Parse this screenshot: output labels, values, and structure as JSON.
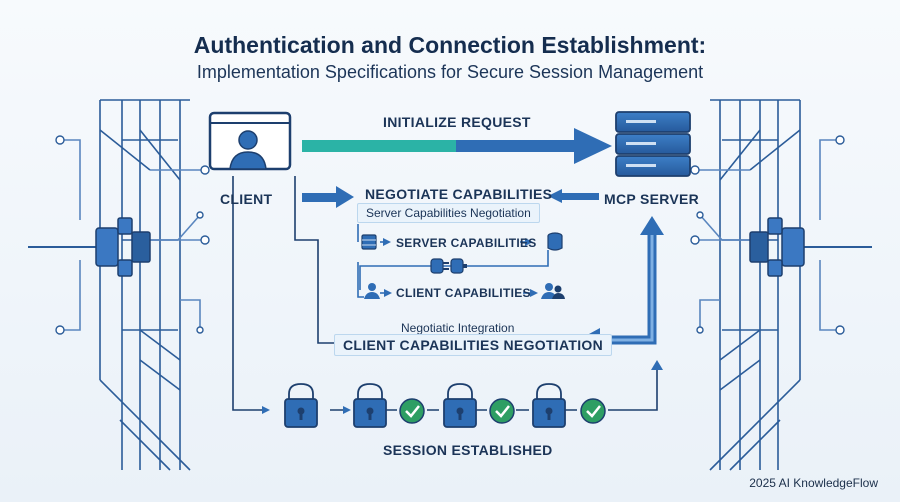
{
  "title": "Authentication and Connection Establishment:",
  "subtitle": "Implementation Specifications for Secure Session Management",
  "nodes": {
    "client": "CLIENT",
    "server": "MCP SERVER"
  },
  "flows": {
    "initialize": "INITIALIZE REQUEST",
    "negotiate": "NEGOTIATE CAPABILITIES",
    "server_cap_negotiation": "Server Capabilities Negotiation",
    "server_capabilities": "SERVER CAPABILITIES",
    "client_capabilities": "CLIENT CAPABILITIES",
    "negotiation_integration": "Negotiatic Integration",
    "client_cap_negotiation": "CLIENT CAPABILITIES NEGOTIATION",
    "session": "SESSION ESTABLISHED"
  },
  "icons": [
    "monitor-user-icon",
    "server-stack-icon",
    "database-icon",
    "plug-icon",
    "user-icon",
    "users-icon",
    "lock-icon",
    "check-icon",
    "cable-plug-icon"
  ],
  "colors": {
    "primary": "#2f6db5",
    "dark": "#1d3f6e",
    "light": "#dbe9f6",
    "teal": "#2bb3a6",
    "check": "#2e9e63"
  },
  "footer": "2025 AI KnowledgeFlow"
}
